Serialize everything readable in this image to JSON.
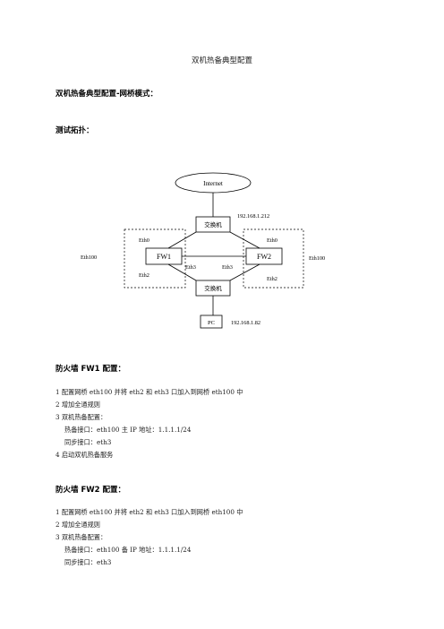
{
  "doc_title": "双机热备典型配置",
  "section_title": "双机热备典型配置-网桥模式：",
  "topology_label": "测试拓扑：",
  "diagram": {
    "internet": "Internet",
    "switch_top": "交换机",
    "switch_bottom": "交换机",
    "fw1": "FW1",
    "fw2": "FW2",
    "pc": "PC",
    "ip_top": "192.168.1.212",
    "ip_pc": "192.168.1.82",
    "fw1_eth0": "Eth0",
    "fw1_eth2": "Eth2",
    "fw1_eth3": "Eth3",
    "fw2_eth0": "Eth0",
    "fw2_eth2": "Eth2",
    "fw2_eth3": "Eth3",
    "left_eth100": "Eth100",
    "right_eth100": "Eth100"
  },
  "fw1_section": {
    "heading": "防火墙 FW1 配置：",
    "lines": [
      "1  配置网桥 eth100 并将 eth2 和 eth3 口加入到网桥 eth100 中",
      "2  增加全通规则",
      "3  双机热备配置：",
      "热备接口：eth100  主 IP 地址：1.1.1.1/24",
      "同步接口：eth3",
      "4  启动双机热备服务"
    ]
  },
  "fw2_section": {
    "heading": "防火墙 FW2 配置：",
    "lines": [
      "1  配置网桥 eth100 并将 eth2 和 eth3 口加入到网桥 eth100 中",
      "2  增加全通规则",
      "3  双机热备配置：",
      "热备接口：eth100  备 IP 地址：1.1.1.1/24",
      "同步接口：eth3"
    ]
  }
}
